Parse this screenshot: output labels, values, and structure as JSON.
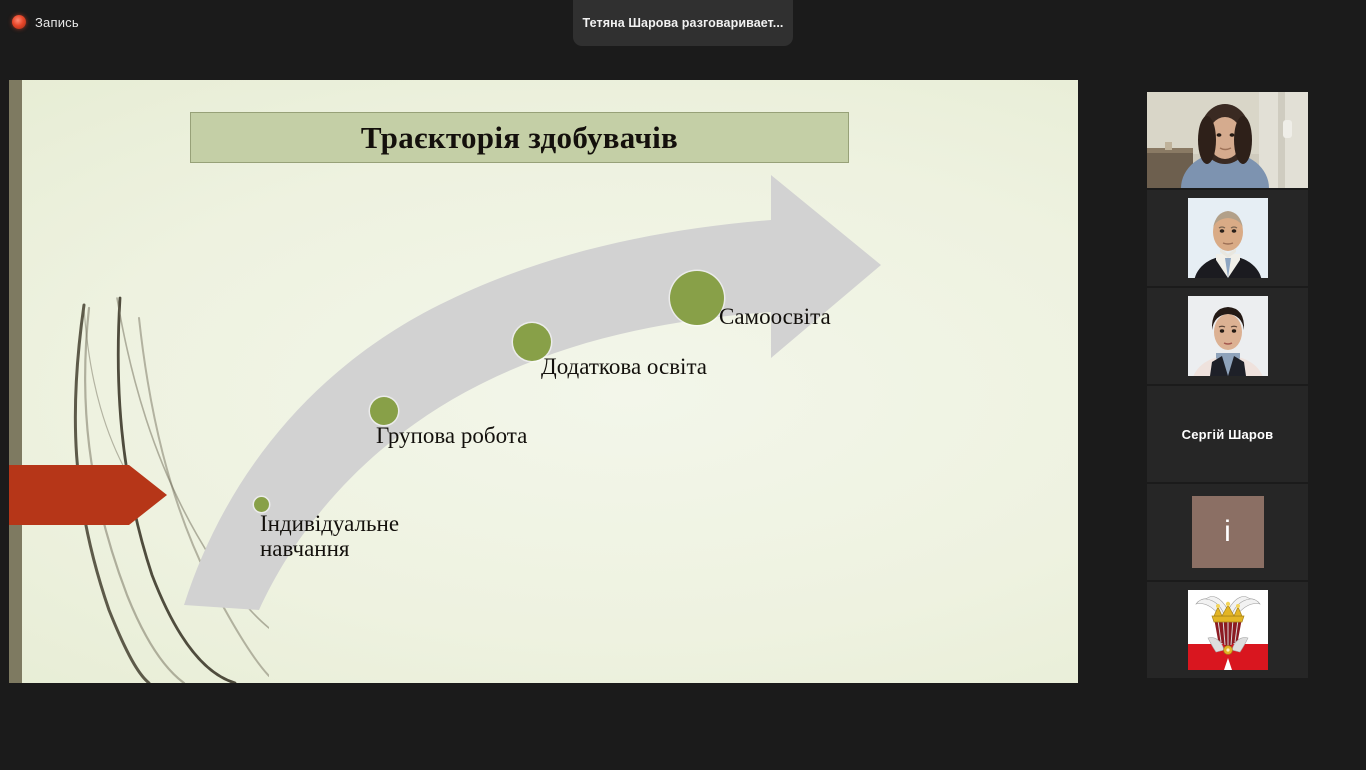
{
  "topbar": {
    "recording_label": "Запись",
    "recording_icon": "record-dot-icon",
    "recording_dot_color": "#e8472a",
    "speaker_banner": "Тетяна Шарова разговаривает..."
  },
  "slide": {
    "title": "Траєкторія здобувачів",
    "title_box_color": "#c4cfa6",
    "background_color": "#eef2e0",
    "left_band_color": "#7e7a61",
    "arrow_color": "#d2d2d2",
    "accent_chevron_color": "#b63618",
    "node_color": "#88a048",
    "milestones": [
      {
        "label": "Індивідуальне\nнавчання",
        "dot_size": 15
      },
      {
        "label": "Групова робота",
        "dot_size": 28
      },
      {
        "label": "Додаткова освіта",
        "dot_size": 38
      },
      {
        "label": "Самоосвіта",
        "dot_size": 54
      }
    ]
  },
  "participants": [
    {
      "kind": "video",
      "name": "",
      "description": "live-webcam-woman"
    },
    {
      "kind": "photo",
      "name": "",
      "description": "portrait-man-suit"
    },
    {
      "kind": "photo",
      "name": "",
      "description": "portrait-woman-jacket"
    },
    {
      "kind": "name",
      "name": "Сергій Шаров",
      "description": "name-only-tile"
    },
    {
      "kind": "initial",
      "name": "і",
      "description": "avatar-initial",
      "color": "#8b6f64"
    },
    {
      "kind": "photo",
      "name": "",
      "description": "heraldic-crest-emblem"
    }
  ]
}
